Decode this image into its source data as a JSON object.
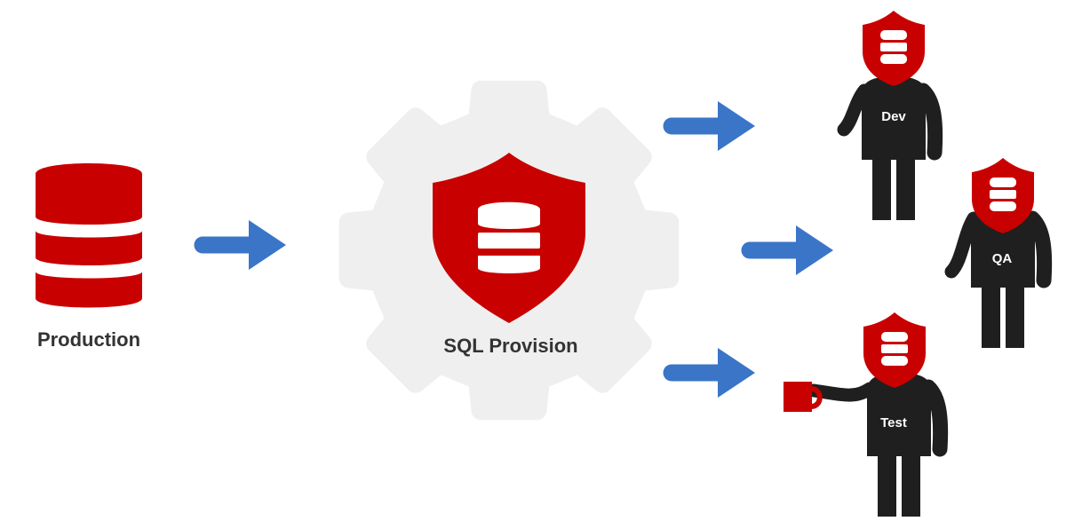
{
  "source": {
    "label": "Production",
    "icon": "database-icon"
  },
  "hub": {
    "label": "SQL Provision",
    "icon": "shield-database-icon",
    "background_icon": "gear-icon"
  },
  "targets": [
    {
      "label": "Dev",
      "icon": "person-shield-icon"
    },
    {
      "label": "QA",
      "icon": "person-shield-icon"
    },
    {
      "label": "Test",
      "icon": "person-shield-icon",
      "holding": "mug-icon"
    }
  ],
  "colors": {
    "brand_red": "#c80000",
    "arrow_blue": "#3a75c8",
    "gear_gray": "#efefef",
    "figure_black": "#1f1f1f",
    "label_text": "#333333",
    "figure_label_text": "#ffffff"
  }
}
